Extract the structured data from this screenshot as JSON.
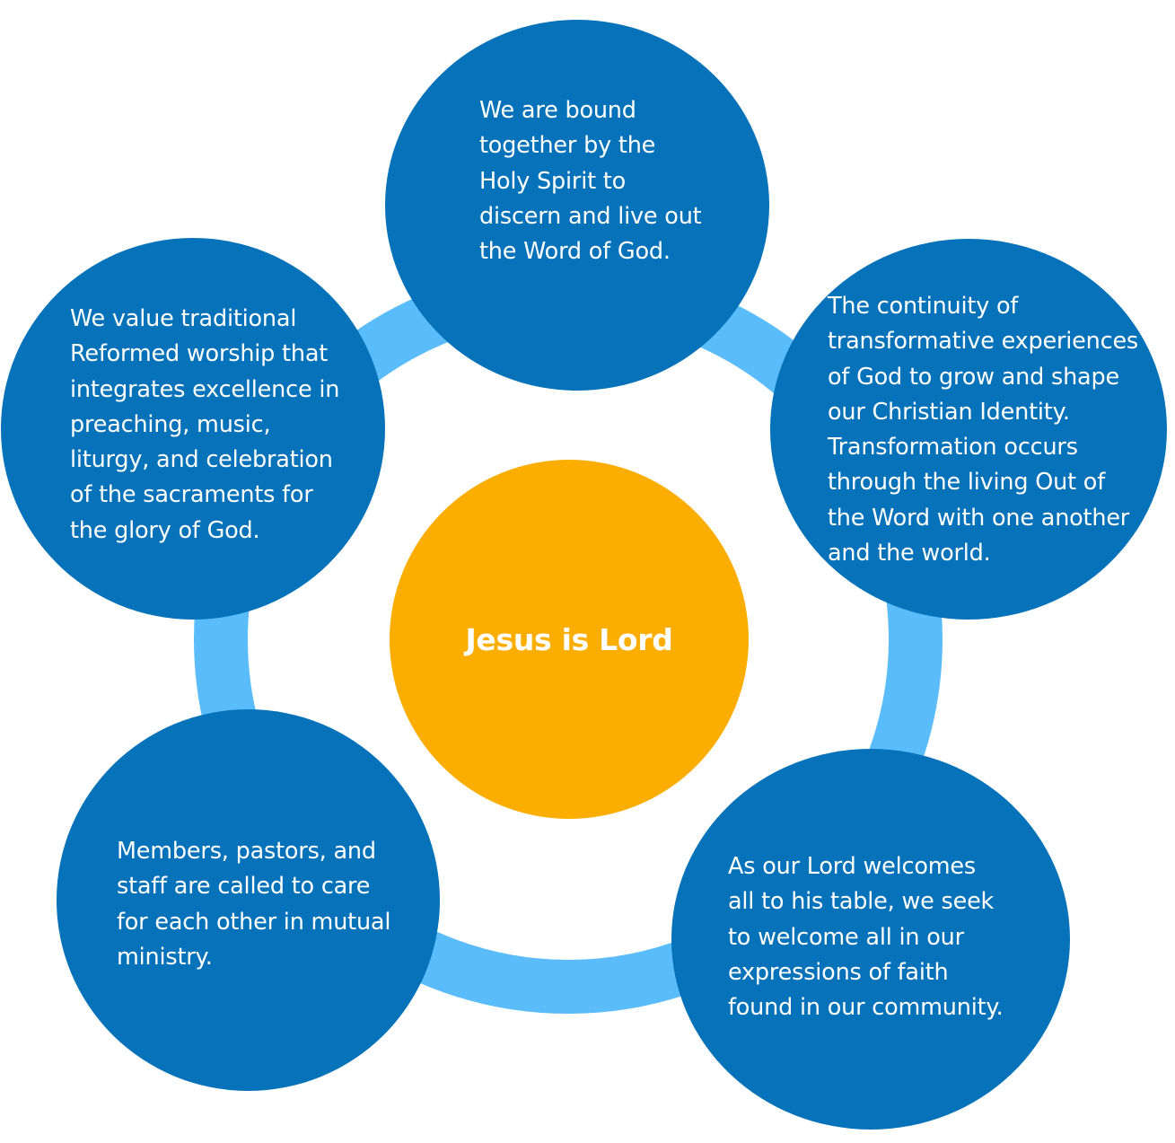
{
  "center": {
    "label": "Jesus is Lord"
  },
  "nodes": [
    {
      "id": "word",
      "text": "We are bound\ntogether by the\nHoly Spirit to\ndiscern and live out\nthe Word of God."
    },
    {
      "id": "transformation",
      "text": "The continuity of\ntransformative experiences\nof God to grow and shape\nour Christian Identity.\nTransformation occurs\nthrough the living Out of\nthe Word with one another\nand the world."
    },
    {
      "id": "welcome",
      "text": "As our Lord welcomes\nall to his table, we seek\nto welcome all in our\nexpressions of faith\nfound in our community."
    },
    {
      "id": "care",
      "text": "Members, pastors, and\nstaff are called to care\nfor each other in mutual\nministry."
    },
    {
      "id": "worship",
      "text": "We value traditional\nReformed worship that\nintegrates excellence in\npreaching, music,\nliturgy, and celebration\nof the sacraments for\nthe glory of God."
    }
  ],
  "colors": {
    "node": "#0672b9",
    "ring": "#5bbcfb",
    "center": "#fbad00",
    "text": "#ffffff"
  }
}
